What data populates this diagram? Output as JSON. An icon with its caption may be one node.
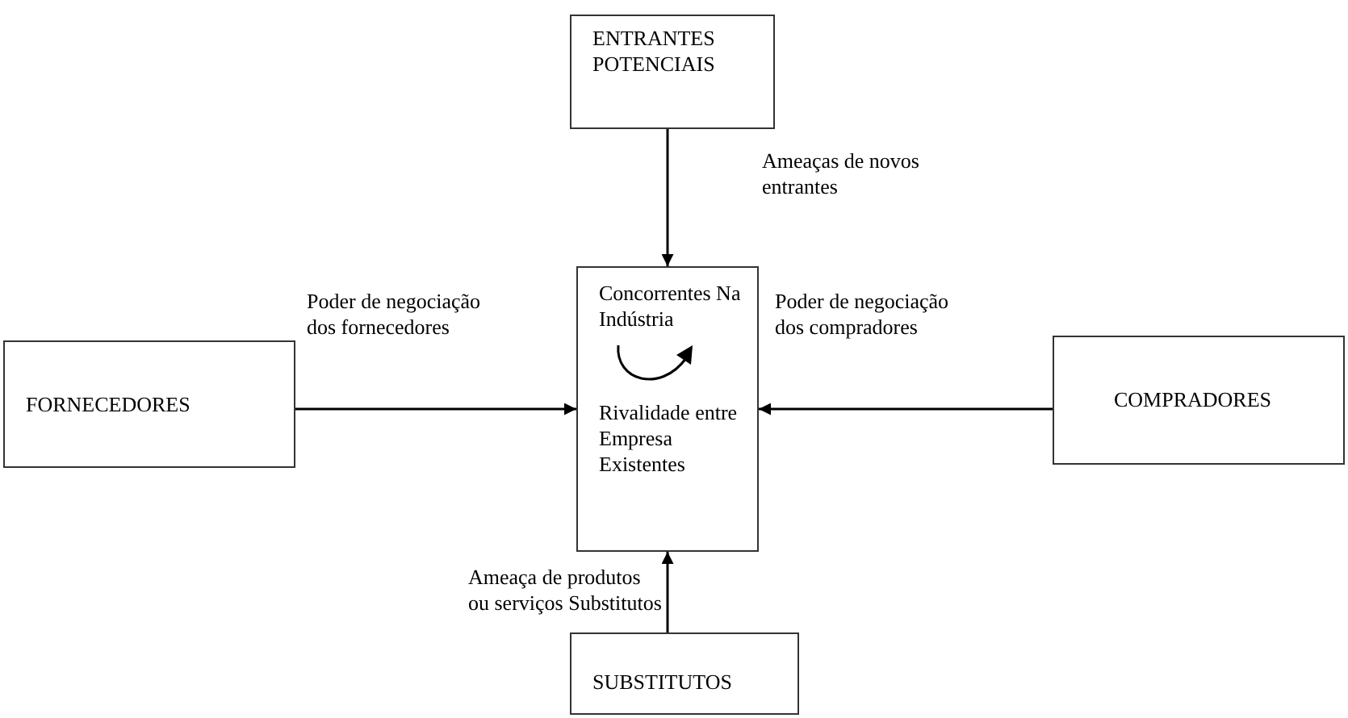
{
  "diagram": {
    "nodes": [
      {
        "text": [
          "ENTRANTES POTENCIAIS"
        ]
      },
      {
        "text": [
          "Concorrentes Na Indústria",
          "Rivalidade entre Empresa Existentes"
        ]
      },
      {
        "text": [
          "FORNECEDORES"
        ]
      },
      {
        "text": [
          "COMPRADORES"
        ]
      },
      {
        "text": [
          "SUBSTITUTOS"
        ]
      }
    ],
    "edges": [
      {
        "from": 0,
        "to": 1,
        "arrow": "to",
        "label": "Ameaças de novos entrantes"
      },
      {
        "from": 2,
        "to": 1,
        "arrow": "to",
        "label": "Poder de negociação dos fornecedores"
      },
      {
        "from": 3,
        "to": 1,
        "arrow": "to",
        "label": "Poder de negociação dos compradores"
      },
      {
        "from": 4,
        "to": 1,
        "arrow": "to",
        "label": "Ameaça de produtos ou serviços Substitutos"
      }
    ]
  }
}
